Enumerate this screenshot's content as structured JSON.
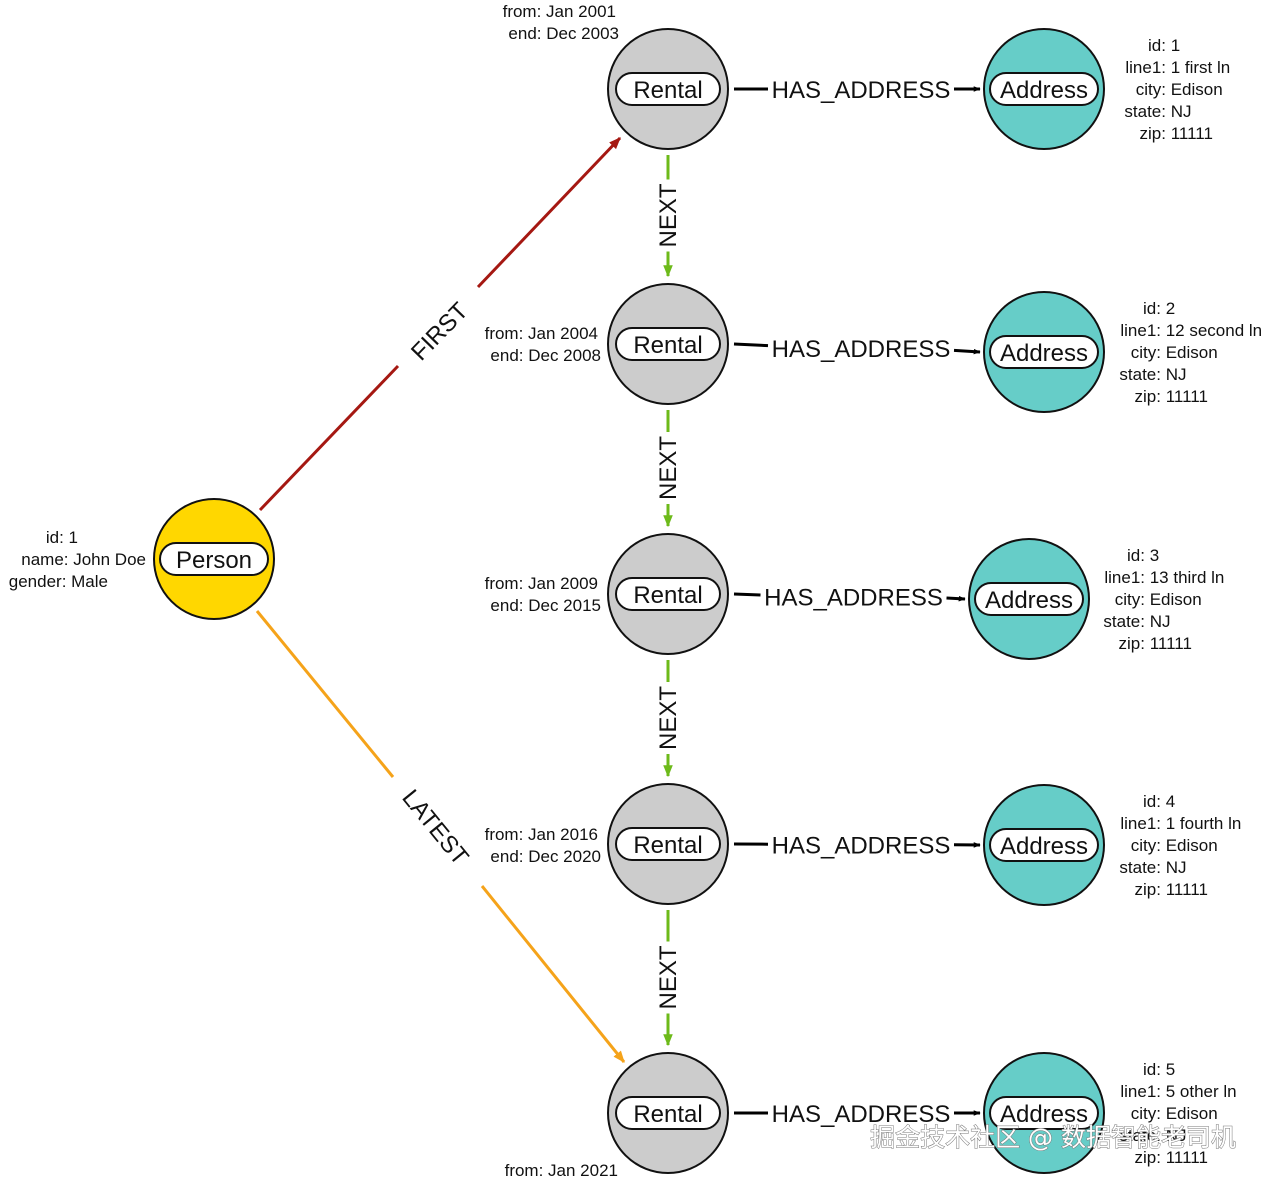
{
  "person": {
    "label": "Person",
    "props": [
      "id: 1",
      "name: John Doe",
      "gender: Male"
    ]
  },
  "rentals": [
    {
      "label": "Rental",
      "props": [
        "from: Jan 2001",
        "end: Dec 2003"
      ]
    },
    {
      "label": "Rental",
      "props": [
        "from: Jan 2004",
        "end: Dec 2008"
      ]
    },
    {
      "label": "Rental",
      "props": [
        "from: Jan 2009",
        "end: Dec 2015"
      ]
    },
    {
      "label": "Rental",
      "props": [
        "from: Jan 2016",
        "end: Dec 2020"
      ]
    },
    {
      "label": "Rental",
      "props": [
        "from: Jan 2021"
      ]
    }
  ],
  "addresses": [
    {
      "label": "Address",
      "props": [
        "id: 1",
        "line1: 1 first ln",
        "city: Edison",
        "state: NJ",
        "zip: 11111"
      ]
    },
    {
      "label": "Address",
      "props": [
        "id: 2",
        "line1: 12 second ln",
        "city: Edison",
        "state: NJ",
        "zip: 11111"
      ]
    },
    {
      "label": "Address",
      "props": [
        "id: 3",
        "line1: 13 third ln",
        "city: Edison",
        "state: NJ",
        "zip: 11111"
      ]
    },
    {
      "label": "Address",
      "props": [
        "id: 4",
        "line1: 1 fourth ln",
        "city: Edison",
        "state: NJ",
        "zip: 11111"
      ]
    },
    {
      "label": "Address",
      "props": [
        "id: 5",
        "line1: 5 other ln",
        "city: Edison",
        "state: NJ",
        "zip: 11111"
      ]
    }
  ],
  "relationships": {
    "first": "FIRST",
    "latest": "LATEST",
    "next": "NEXT",
    "has_address": "HAS_ADDRESS"
  },
  "colors": {
    "person": "#FFD700",
    "rental": "#CCCCCC",
    "address": "#66CDC8",
    "first": "#A51812",
    "latest": "#F5A31A",
    "next": "#6DBA1A",
    "has_address": "#000000"
  },
  "watermark": "掘金技术社区 @ 数据智能老司机"
}
